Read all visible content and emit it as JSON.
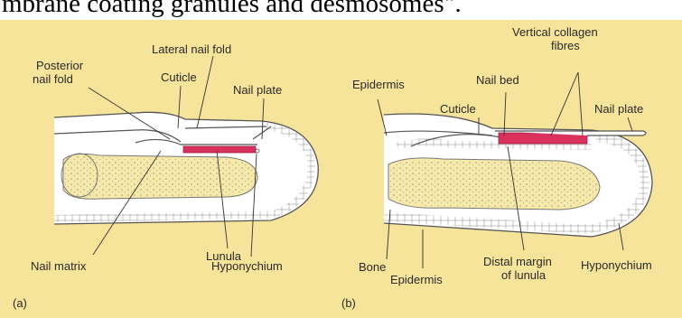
{
  "header_text": "mbrane coating granules and desmosomes\".",
  "panel_a": {
    "panel_label": "(a)",
    "labels": {
      "lateral_nail_fold": "Lateral nail fold",
      "posterior_nail_fold_1": "Posterior",
      "posterior_nail_fold_2": "nail fold",
      "cuticle": "Cuticle",
      "nail_plate": "Nail plate",
      "lunula": "Lunula",
      "nail_matrix": "Nail matrix",
      "hyponychium": "Hyponychium"
    }
  },
  "panel_b": {
    "panel_label": "(b)",
    "labels": {
      "vertical_collagen_1": "Vertical collagen",
      "vertical_collagen_2": "fibres",
      "epidermis_top": "Epidermis",
      "nail_bed": "Nail bed",
      "cuticle": "Cuticle",
      "nail_plate": "Nail plate",
      "bone": "Bone",
      "hyponychium": "Hyponychium",
      "distal_margin_1": "Distal margin",
      "distal_margin_2": "of lunula",
      "epidermis_bottom": "Epidermis"
    }
  },
  "colors": {
    "background": "#f6e49a",
    "nail_bed_red": "#d9315c",
    "bone_fill": "#f7e9a8",
    "outline": "#555555"
  }
}
